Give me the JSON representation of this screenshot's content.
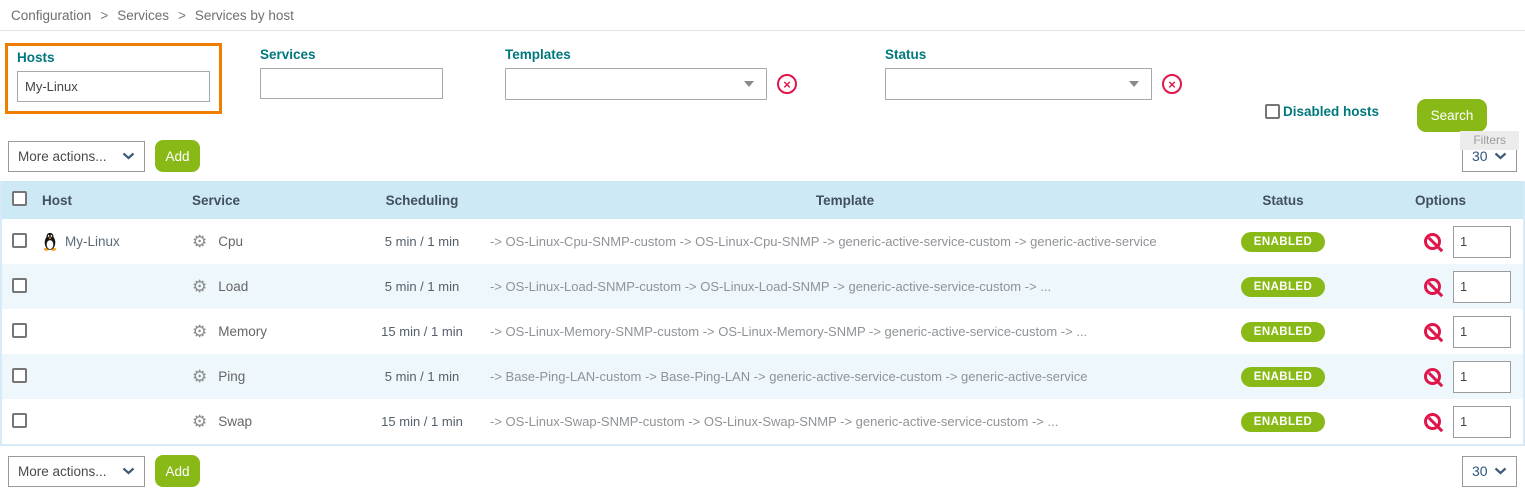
{
  "breadcrumb": {
    "separator": ">",
    "items": [
      "Configuration",
      "Services",
      "Services by host"
    ]
  },
  "filters": {
    "section_label": "Filters",
    "hosts": {
      "label": "Hosts",
      "value": "My-Linux"
    },
    "services": {
      "label": "Services",
      "value": ""
    },
    "templates": {
      "label": "Templates",
      "value": ""
    },
    "status": {
      "label": "Status",
      "value": ""
    },
    "disabled_hosts": {
      "label": "Disabled hosts",
      "checked": false
    },
    "search_button": "Search"
  },
  "toolbar": {
    "more_actions": "More actions...",
    "add_button": "Add",
    "page_size": "30"
  },
  "footer": {
    "more_actions": "More actions...",
    "add_button": "Add",
    "page_size": "30"
  },
  "table": {
    "headers": {
      "host": "Host",
      "service": "Service",
      "scheduling": "Scheduling",
      "template": "Template",
      "status": "Status",
      "options": "Options"
    },
    "rows": [
      {
        "host": "My-Linux",
        "service": "Cpu",
        "scheduling": "5 min / 1 min",
        "template": "-> OS-Linux-Cpu-SNMP-custom -> OS-Linux-Cpu-SNMP -> generic-active-service-custom -> generic-active-service",
        "status": "ENABLED",
        "options_value": "1"
      },
      {
        "host": "",
        "service": "Load",
        "scheduling": "5 min / 1 min",
        "template": "-> OS-Linux-Load-SNMP-custom -> OS-Linux-Load-SNMP -> generic-active-service-custom -> ...",
        "status": "ENABLED",
        "options_value": "1"
      },
      {
        "host": "",
        "service": "Memory",
        "scheduling": "15 min / 1 min",
        "template": "-> OS-Linux-Memory-SNMP-custom -> OS-Linux-Memory-SNMP -> generic-active-service-custom -> ...",
        "status": "ENABLED",
        "options_value": "1"
      },
      {
        "host": "",
        "service": "Ping",
        "scheduling": "5 min / 1 min",
        "template": "-> Base-Ping-LAN-custom -> Base-Ping-LAN -> generic-active-service-custom -> generic-active-service",
        "status": "ENABLED",
        "options_value": "1"
      },
      {
        "host": "",
        "service": "Swap",
        "scheduling": "15 min / 1 min",
        "template": "-> OS-Linux-Swap-SNMP-custom -> OS-Linux-Swap-SNMP -> generic-active-service-custom -> ...",
        "status": "ENABLED",
        "options_value": "1"
      }
    ]
  },
  "icons": {
    "gear": "⚙",
    "clear": "×"
  },
  "colors": {
    "accent_green": "#88b917",
    "label_teal": "#00787d",
    "highlight_orange": "#ee7d01",
    "danger_red": "#e0164a",
    "header_blue": "#cde9f6",
    "row_alt_blue": "#edf7fc"
  }
}
